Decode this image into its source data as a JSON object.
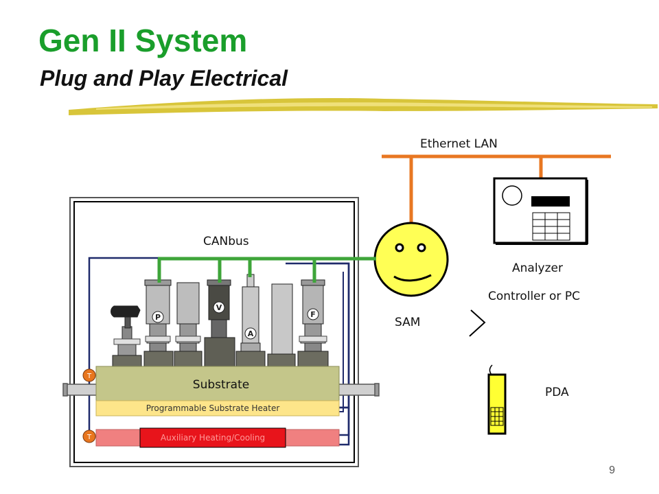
{
  "slide": {
    "title": "Gen II System",
    "subtitle": "Plug and Play Electrical",
    "page_number": "9"
  },
  "labels": {
    "ethernet": "Ethernet LAN",
    "canbus": "CANbus",
    "analyzer": "Analyzer",
    "controller": "Controller or PC",
    "sam": "SAM",
    "pda": "PDA",
    "substrate": "Substrate",
    "heater": "Programmable Substrate Heater",
    "aux": "Auxiliary Heating/Cooling"
  },
  "component_letters": {
    "p": "P",
    "v": "V",
    "a": "A",
    "f": "F",
    "t_top": "T",
    "t_bottom": "T"
  },
  "colors": {
    "title_green": "#1a9e2b",
    "canbus_green": "#3ea53a",
    "ethernet_orange": "#e87722",
    "wire_navy": "#1f2a6b",
    "substrate": "#c4c68a",
    "heater": "#fde58a",
    "aux": "#f08080",
    "aux_label": "#e8141b",
    "sam_yellow": "#ffff55",
    "pda_yellow": "#ffff33"
  }
}
